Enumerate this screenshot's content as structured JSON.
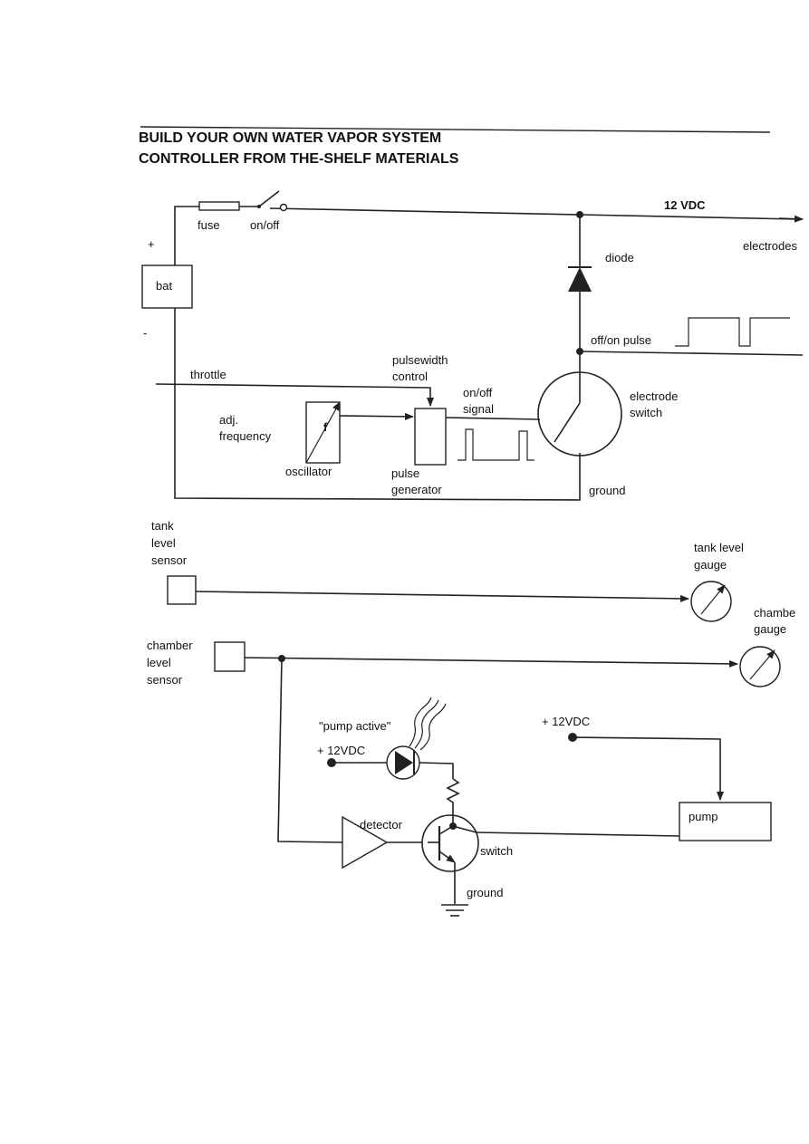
{
  "title": {
    "line1": "BUILD YOUR OWN WATER VAPOR SYSTEM",
    "line2": "CONTROLLER FROM THE-SHELF MATERIALS"
  },
  "labels": {
    "fuse": "fuse",
    "on_off": "on/off",
    "plus": "+",
    "minus": "-",
    "bat": "bat",
    "vdc12_top": "12 VDC",
    "electrodes": "electrodes",
    "diode": "diode",
    "off_on_pulse": "off/on pulse",
    "throttle": "throttle",
    "pulsewidth": "pulsewidth",
    "control": "control",
    "adj": "adj.",
    "frequency": "frequency",
    "f": "f",
    "oscillator": "oscillator",
    "onoff": "on/off",
    "signal": "signal",
    "pulse": "pulse",
    "generator": "generator",
    "electrode": "electrode",
    "switch_lbl": "switch",
    "ground1": "ground",
    "tank": "tank",
    "level": "level",
    "sensor": "sensor",
    "tank_level_gauge_1": "tank level",
    "gauge": "gauge",
    "chamber_gauge_1": "chambe",
    "chamber_gauge_2": "gauge",
    "chamber": "chamber",
    "level2": "level",
    "sensor2": "sensor",
    "pump_active": "\"pump active\"",
    "vdc12_led": "+ 12VDC",
    "vdc12_pump": "+ 12VDC",
    "detector": "detector",
    "switch2": "switch",
    "ground2": "ground",
    "pump": "pump"
  }
}
